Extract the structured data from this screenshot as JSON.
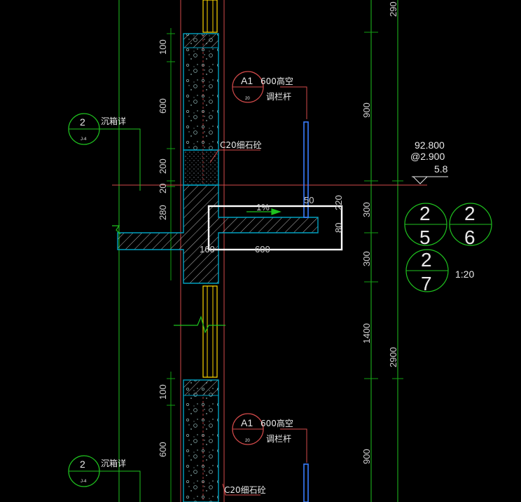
{
  "colors": {
    "background": "#000000",
    "grid_green": "#1fc21f",
    "dim_green": "#12a012",
    "wall_cyan": "#00a0c0",
    "hatch_white": "#c8c8c8",
    "leader_red": "#d24a4a",
    "rail_blue": "#3a7dff",
    "selection": "#ffffff",
    "window_yellow": "#ffd800"
  },
  "callouts": {
    "sink_detail_top": {
      "num": "2",
      "sheet": "J-4",
      "text": "沉箱详"
    },
    "sink_detail_bottom": {
      "num": "2",
      "sheet": "J-4",
      "text": "沉箱详"
    },
    "rail_top": {
      "num": "A1",
      "sheet": "20",
      "line1": "600高空",
      "line2": "调栏杆"
    },
    "rail_bottom": {
      "num": "A1",
      "sheet": "20",
      "line1": "600高空",
      "line2": "调栏杆"
    },
    "concrete_top": "C20细石砼",
    "concrete_bottom": "C20细石砼"
  },
  "section_refs": [
    {
      "top": "2",
      "bottom": "5"
    },
    {
      "top": "2",
      "bottom": "6"
    },
    {
      "top": "2",
      "bottom": "7"
    }
  ],
  "scale": "1:20",
  "elevation": {
    "level": "92.800",
    "step": "@2.900",
    "floor": "5.8"
  },
  "slab": {
    "slope": "1%",
    "width": "600",
    "wall": "160",
    "edge": "50",
    "depth": "80",
    "upturn": "220"
  },
  "dims_left": [
    "100",
    "600",
    "200",
    "20",
    "280",
    "100",
    "600"
  ],
  "dims_right": [
    "290",
    "900",
    "300",
    "300",
    "1400",
    "2900",
    "900"
  ]
}
